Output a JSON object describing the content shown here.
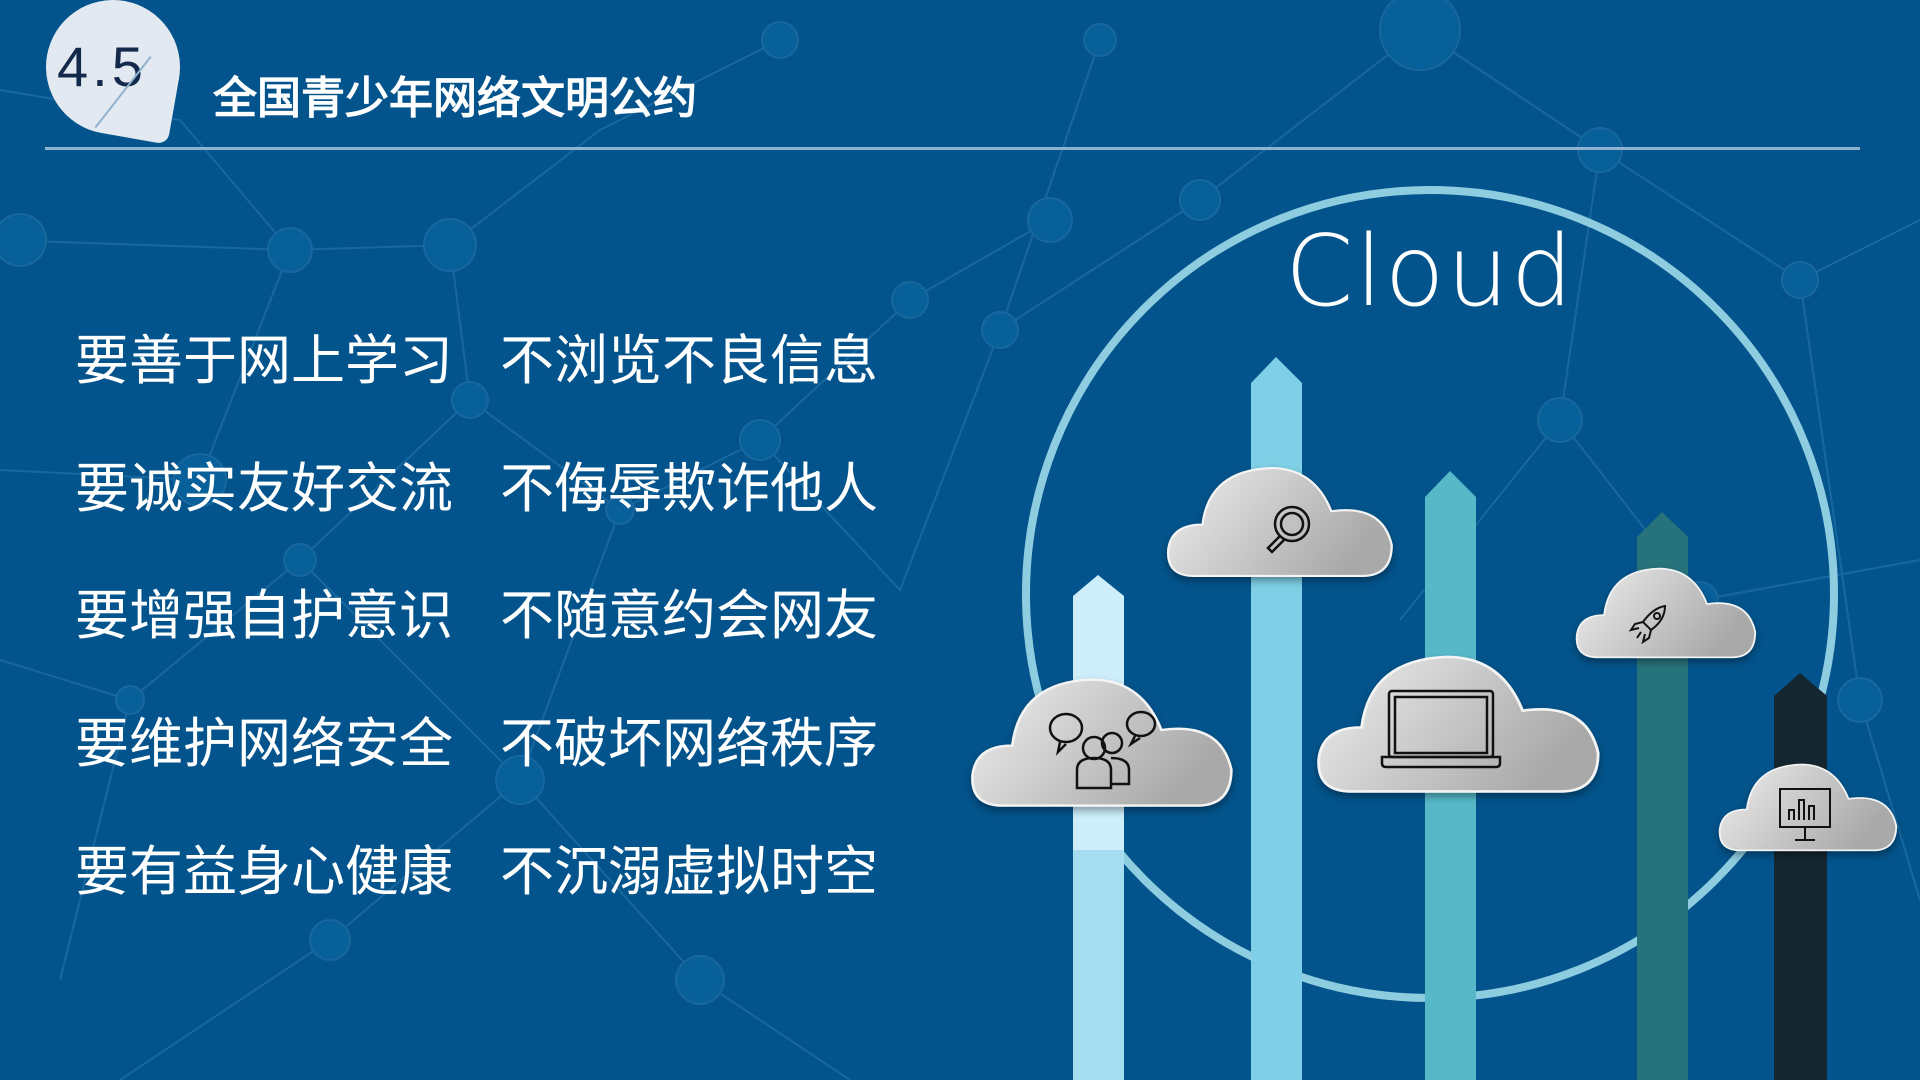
{
  "header": {
    "section_number": "4.5",
    "title": "全国青少年网络文明公约"
  },
  "pledges": [
    {
      "do": "要善于网上学习",
      "dont": "不浏览不良信息"
    },
    {
      "do": "要诚实友好交流",
      "dont": "不侮辱欺诈他人"
    },
    {
      "do": "要增强自护意识",
      "dont": "不随意约会网友"
    },
    {
      "do": "要维护网络安全",
      "dont": "不破坏网络秩序"
    },
    {
      "do": "要有益身心健康",
      "dont": "不沉溺虚拟时空"
    }
  ],
  "graphic": {
    "label": "Cloud",
    "arrow_colors": [
      "#cdeefa",
      "#7fd0e6",
      "#57b9c8",
      "#27737c",
      "#14262f"
    ],
    "cloud_icons": [
      "people-chat-icon",
      "search-icon",
      "laptop-icon",
      "rocket-icon",
      "chart-monitor-icon"
    ]
  },
  "colors": {
    "background": "#03548c",
    "ring": "#8ecde0",
    "badge": "#e3e9f1"
  }
}
